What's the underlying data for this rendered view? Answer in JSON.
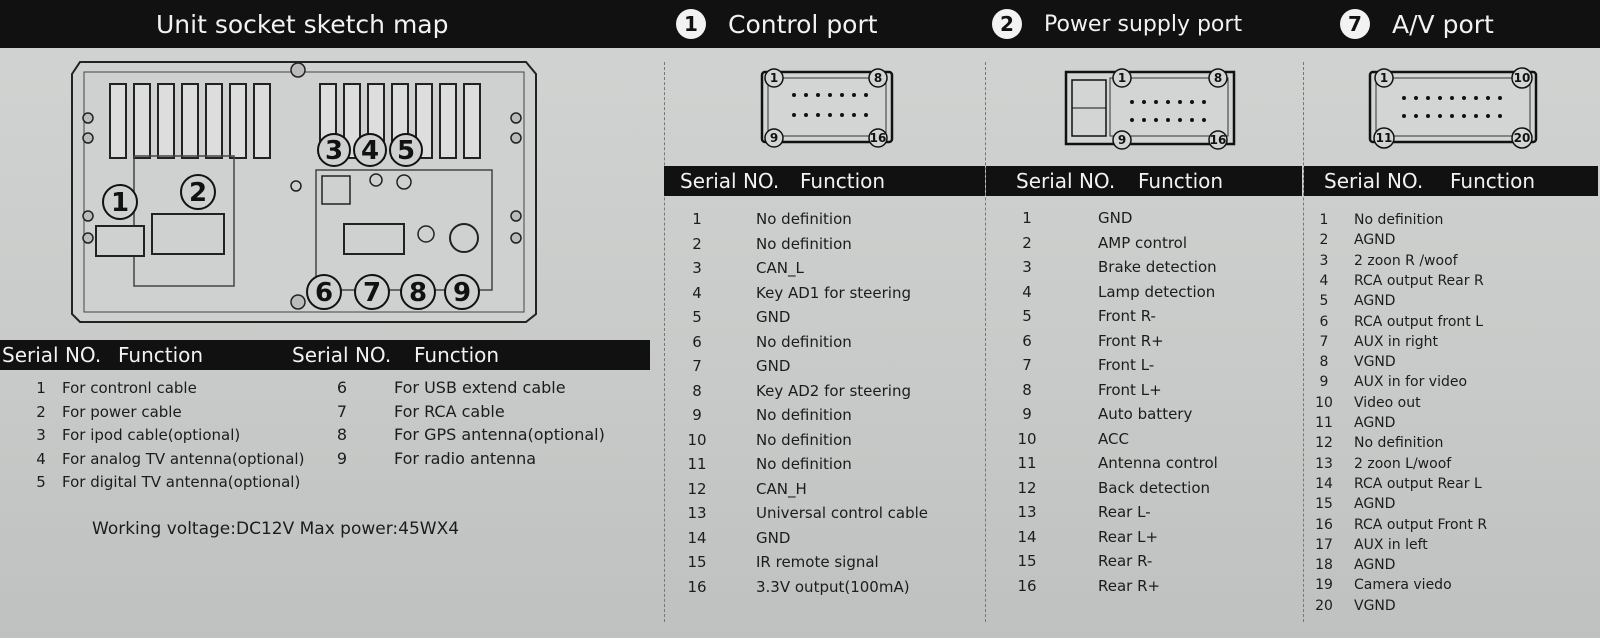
{
  "header": {
    "title": "Unit socket sketch map",
    "ports": [
      {
        "num": "1",
        "label": "Control port"
      },
      {
        "num": "2",
        "label": "Power supply port"
      },
      {
        "num": "7",
        "label": "A/V port"
      }
    ]
  },
  "sketch": {
    "numbers": [
      "1",
      "2",
      "3",
      "4",
      "5",
      "6",
      "7",
      "8",
      "9"
    ]
  },
  "connectors": {
    "control": {
      "pin_a": "1",
      "pin_b": "8",
      "pin_c": "9",
      "pin_d": "16"
    },
    "power": {
      "pin_a": "1",
      "pin_b": "8",
      "pin_c": "9",
      "pin_d": "16"
    },
    "av": {
      "pin_a": "1",
      "pin_b": "10",
      "pin_c": "11",
      "pin_d": "20"
    }
  },
  "unit_table": {
    "header": {
      "serial": "Serial NO.",
      "function": "Function",
      "serial2": "Serial NO.",
      "function2": "Function"
    },
    "left": [
      {
        "n": "1",
        "f": "For contronl cable"
      },
      {
        "n": "2",
        "f": "For power cable"
      },
      {
        "n": "3",
        "f": "For ipod cable(optional)"
      },
      {
        "n": "4",
        "f": "For analog TV antenna(optional)"
      },
      {
        "n": "5",
        "f": "For digital TV antenna(optional)"
      }
    ],
    "right": [
      {
        "n": "6",
        "f": "For USB extend cable"
      },
      {
        "n": "7",
        "f": "For RCA cable"
      },
      {
        "n": "8",
        "f": "For GPS antenna(optional)"
      },
      {
        "n": "9",
        "f": "For radio antenna"
      }
    ],
    "footer": "Working voltage:DC12V  Max power:45WX4"
  },
  "control_table": {
    "header": {
      "serial": "Serial NO.",
      "function": "Function"
    },
    "rows": [
      {
        "n": "1",
        "f": "No definition"
      },
      {
        "n": "2",
        "f": "No definition"
      },
      {
        "n": "3",
        "f": "CAN_L"
      },
      {
        "n": "4",
        "f": "Key AD1 for steering"
      },
      {
        "n": "5",
        "f": "GND"
      },
      {
        "n": "6",
        "f": "No definition"
      },
      {
        "n": "7",
        "f": "GND"
      },
      {
        "n": "8",
        "f": "Key AD2 for steering"
      },
      {
        "n": "9",
        "f": "No definition"
      },
      {
        "n": "10",
        "f": "No definition"
      },
      {
        "n": "11",
        "f": "No definition"
      },
      {
        "n": "12",
        "f": "CAN_H"
      },
      {
        "n": "13",
        "f": "Universal control cable"
      },
      {
        "n": "14",
        "f": "GND"
      },
      {
        "n": "15",
        "f": "IR remote signal"
      },
      {
        "n": "16",
        "f": "3.3V output(100mA)"
      }
    ]
  },
  "power_table": {
    "header": {
      "serial": "Serial NO.",
      "function": "Function"
    },
    "rows": [
      {
        "n": "1",
        "f": "GND"
      },
      {
        "n": "2",
        "f": "AMP control"
      },
      {
        "n": "3",
        "f": "Brake detection"
      },
      {
        "n": "4",
        "f": "Lamp detection"
      },
      {
        "n": "5",
        "f": "Front R-"
      },
      {
        "n": "6",
        "f": "Front R+"
      },
      {
        "n": "7",
        "f": "Front L-"
      },
      {
        "n": "8",
        "f": "Front L+"
      },
      {
        "n": "9",
        "f": "Auto battery"
      },
      {
        "n": "10",
        "f": "ACC"
      },
      {
        "n": "11",
        "f": "Antenna control"
      },
      {
        "n": "12",
        "f": "Back detection"
      },
      {
        "n": "13",
        "f": "Rear L-"
      },
      {
        "n": "14",
        "f": "Rear L+"
      },
      {
        "n": "15",
        "f": "Rear R-"
      },
      {
        "n": "16",
        "f": "Rear R+"
      }
    ]
  },
  "av_table": {
    "header": {
      "serial": "Serial NO.",
      "function": "Function"
    },
    "rows": [
      {
        "n": "1",
        "f": "No definition"
      },
      {
        "n": "2",
        "f": "AGND"
      },
      {
        "n": "3",
        "f": "2 zoon R /woof"
      },
      {
        "n": "4",
        "f": "RCA output Rear R"
      },
      {
        "n": "5",
        "f": "AGND"
      },
      {
        "n": "6",
        "f": "RCA output front L"
      },
      {
        "n": "7",
        "f": "AUX in right"
      },
      {
        "n": "8",
        "f": "VGND"
      },
      {
        "n": "9",
        "f": "AUX in for video"
      },
      {
        "n": "10",
        "f": "Video out"
      },
      {
        "n": "11",
        "f": "AGND"
      },
      {
        "n": "12",
        "f": "No definition"
      },
      {
        "n": "13",
        "f": "2 zoon L/woof"
      },
      {
        "n": "14",
        "f": "RCA output Rear L"
      },
      {
        "n": "15",
        "f": "AGND"
      },
      {
        "n": "16",
        "f": "RCA output Front R"
      },
      {
        "n": "17",
        "f": "AUX in left"
      },
      {
        "n": "18",
        "f": "AGND"
      },
      {
        "n": "19",
        "f": "Camera viedo"
      },
      {
        "n": "20",
        "f": "VGND"
      }
    ]
  }
}
